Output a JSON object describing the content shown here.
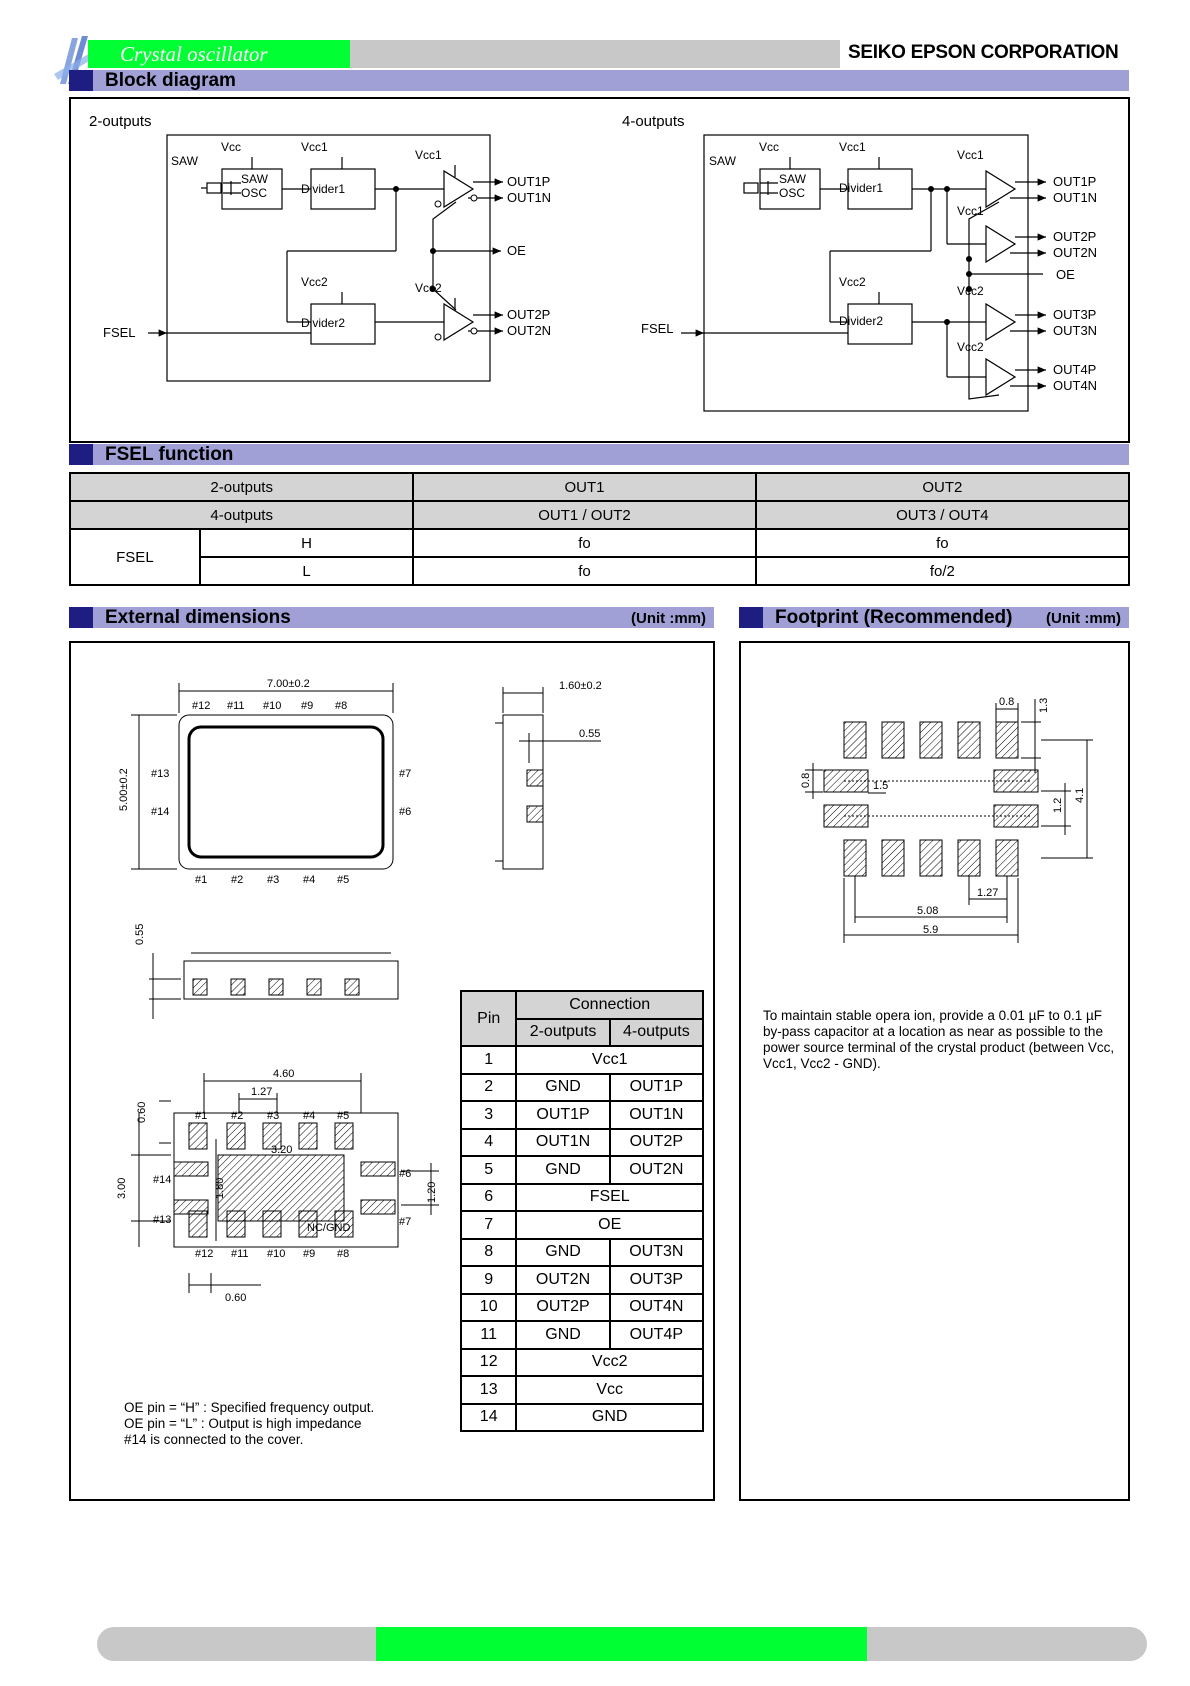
{
  "header": {
    "product_title": "Crystal oscillator",
    "company": "SEIKO EPSON CORPORATION"
  },
  "sections": {
    "block_diagram": "Block diagram",
    "fsel_function": "FSEL function",
    "external_dimensions": "External dimensions",
    "external_dimensions_unit": "(Unit :mm)",
    "footprint": "Footprint (Recommended)",
    "footprint_unit": "(Unit :mm)"
  },
  "block_diagram": {
    "left_title": "2-outputs",
    "right_title": "4-outputs",
    "saw": "SAW",
    "saw_osc_1": "SAW",
    "saw_osc_2": "OSC",
    "divider1": "Divider1",
    "divider2": "Divider2",
    "vcc": "Vcc",
    "vcc1": "Vcc1",
    "vcc2": "Vcc2",
    "fsel": "FSEL",
    "oe": "OE",
    "outputs_2": [
      "OUT1P",
      "OUT1N",
      "OUT2P",
      "OUT2N"
    ],
    "outputs_4": [
      "OUT1P",
      "OUT1N",
      "OUT2P",
      "OUT2N",
      "OUT3P",
      "OUT3N",
      "OUT4P",
      "OUT4N"
    ]
  },
  "fsel_table": {
    "row1": [
      "2-outputs",
      "OUT1",
      "OUT2"
    ],
    "row2": [
      "4-outputs",
      "OUT1 / OUT2",
      "OUT3 / OUT4"
    ],
    "fsel_label": "FSEL",
    "rowH": [
      "H",
      "fo",
      "fo"
    ],
    "rowL": [
      "L",
      "fo",
      "fo/2"
    ]
  },
  "dimensions": {
    "width": "7.00±0.2",
    "height": "5.00±0.2",
    "thickness": "1.60±0.2",
    "d055": "0.55",
    "d055b": "0.55",
    "d460": "4.60",
    "d127": "1.27",
    "d320": "3.20",
    "d060": "0.60",
    "d300": "3.00",
    "d180": "1.80",
    "d120": "1.20",
    "d060b": "0.60",
    "ncgnd": "NC/GND",
    "pins_top": [
      "#12",
      "#11",
      "#10",
      "#9",
      "#8"
    ],
    "pins_bottom": [
      "#1",
      "#2",
      "#3",
      "#4",
      "#5"
    ],
    "pins_left": [
      "#13",
      "#14"
    ],
    "pins_right": [
      "#7",
      "#6"
    ],
    "bottom_pins_top": [
      "#1",
      "#2",
      "#3",
      "#4",
      "#5"
    ],
    "bottom_pins_bottom": [
      "#12",
      "#11",
      "#10",
      "#9",
      "#8"
    ],
    "bottom_left": [
      "#14",
      "#13"
    ],
    "bottom_right": [
      "#6",
      "#7"
    ]
  },
  "notes": [
    "OE pin = “H” : Specified frequency output.",
    "OE pin = “L” : Output is high impedance",
    "#14 is connected to the cover."
  ],
  "pin_table": {
    "pin_header": "Pin",
    "connection_header": "Connection",
    "col2": "2-outputs",
    "col4": "4-outputs",
    "rows": [
      {
        "pin": "1",
        "span": "Vcc1"
      },
      {
        "pin": "2",
        "a": "GND",
        "b": "OUT1P"
      },
      {
        "pin": "3",
        "a": "OUT1P",
        "b": "OUT1N"
      },
      {
        "pin": "4",
        "a": "OUT1N",
        "b": "OUT2P"
      },
      {
        "pin": "5",
        "a": "GND",
        "b": "OUT2N"
      },
      {
        "pin": "6",
        "span": "FSEL"
      },
      {
        "pin": "7",
        "span": "OE"
      },
      {
        "pin": "8",
        "a": "GND",
        "b": "OUT3N"
      },
      {
        "pin": "9",
        "a": "OUT2N",
        "b": "OUT3P"
      },
      {
        "pin": "10",
        "a": "OUT2P",
        "b": "OUT4N"
      },
      {
        "pin": "11",
        "a": "GND",
        "b": "OUT4P"
      },
      {
        "pin": "12",
        "span": "Vcc2"
      },
      {
        "pin": "13",
        "span": "Vcc"
      },
      {
        "pin": "14",
        "span": "GND"
      }
    ]
  },
  "footprint": {
    "d08": "0.8",
    "d13": "1.3",
    "d08b": "0.8",
    "d15": "1.5",
    "d12": "1.2",
    "d41": "4.1",
    "d127": "1.27",
    "d508": "5.08",
    "d59": "5.9",
    "note": "To maintain stable opera ion, provide a 0.01 µF to 0.1 µF by-pass capacitor at a location as near as possible to the power source terminal of the crystal product (between Vcc, Vcc1, Vcc2 - GND)."
  }
}
